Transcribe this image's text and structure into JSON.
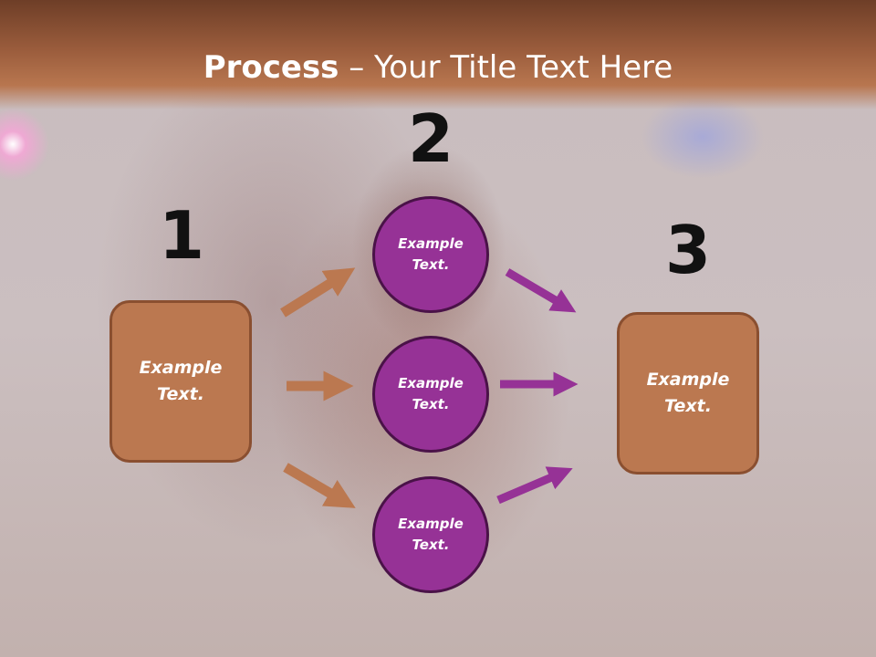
{
  "title": {
    "bold": "Process",
    "rest": " – Your Title Text Here"
  },
  "steps": [
    {
      "number": "1",
      "label": "Example Text."
    },
    {
      "number": "2",
      "label": "Example Text."
    },
    {
      "number": "3",
      "label": "Example Text."
    }
  ],
  "circles": [
    {
      "label": "Example Text."
    },
    {
      "label": "Example Text."
    },
    {
      "label": "Example Text."
    }
  ],
  "colors": {
    "brown": "#bb7850",
    "purple": "#963296",
    "header": "#9a5c3c"
  }
}
